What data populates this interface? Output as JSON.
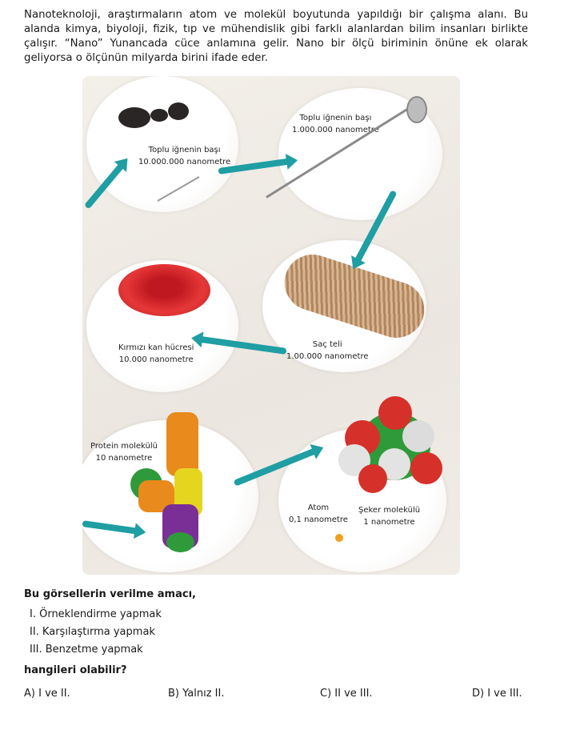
{
  "intro": "Nanoteknoloji, araştırmaların atom ve molekül boyutunda yapıldığı bir çalışma alanı. Bu alanda kimya, biyoloji, fizik, tıp ve mühendislik gibi farklı alanlardan bilim insanları birlikte çalışır. “Nano” Yunancada cüce anlamına gelir. Nano bir ölçü biriminin önüne ek olarak geliyorsa o ölçünün milyarda birini ifade eder.",
  "figure": {
    "ant": {
      "name": "Toplu iğnenin başı",
      "size": "10.000.000 nanometre"
    },
    "pin": {
      "name": "Toplu iğnenin başı",
      "size": "1.000.000 nanometre"
    },
    "hair": {
      "name": "Saç teli",
      "size": "1.00.000 nanometre"
    },
    "rbc": {
      "name": "Kırmızı kan hücresi",
      "size": "10.000 nanometre"
    },
    "protein": {
      "name": "Protein molekülü",
      "size": "10 nanometre"
    },
    "atom": {
      "name": "Atom",
      "size": "0,1 nanometre"
    },
    "sugar": {
      "name": "Şeker molekülü",
      "size": "1 nanometre"
    }
  },
  "question": {
    "stem": "Bu görsellerin verilme amacı,",
    "items": [
      "I.  Örneklendirme yapmak",
      "II.  Karşılaştırma yapmak",
      "III.  Benzetme yapmak"
    ],
    "ask": "hangileri olabilir?",
    "answers": [
      "A) I ve II.",
      "B) Yalnız II.",
      "C) II ve III.",
      "D) I ve III."
    ]
  }
}
